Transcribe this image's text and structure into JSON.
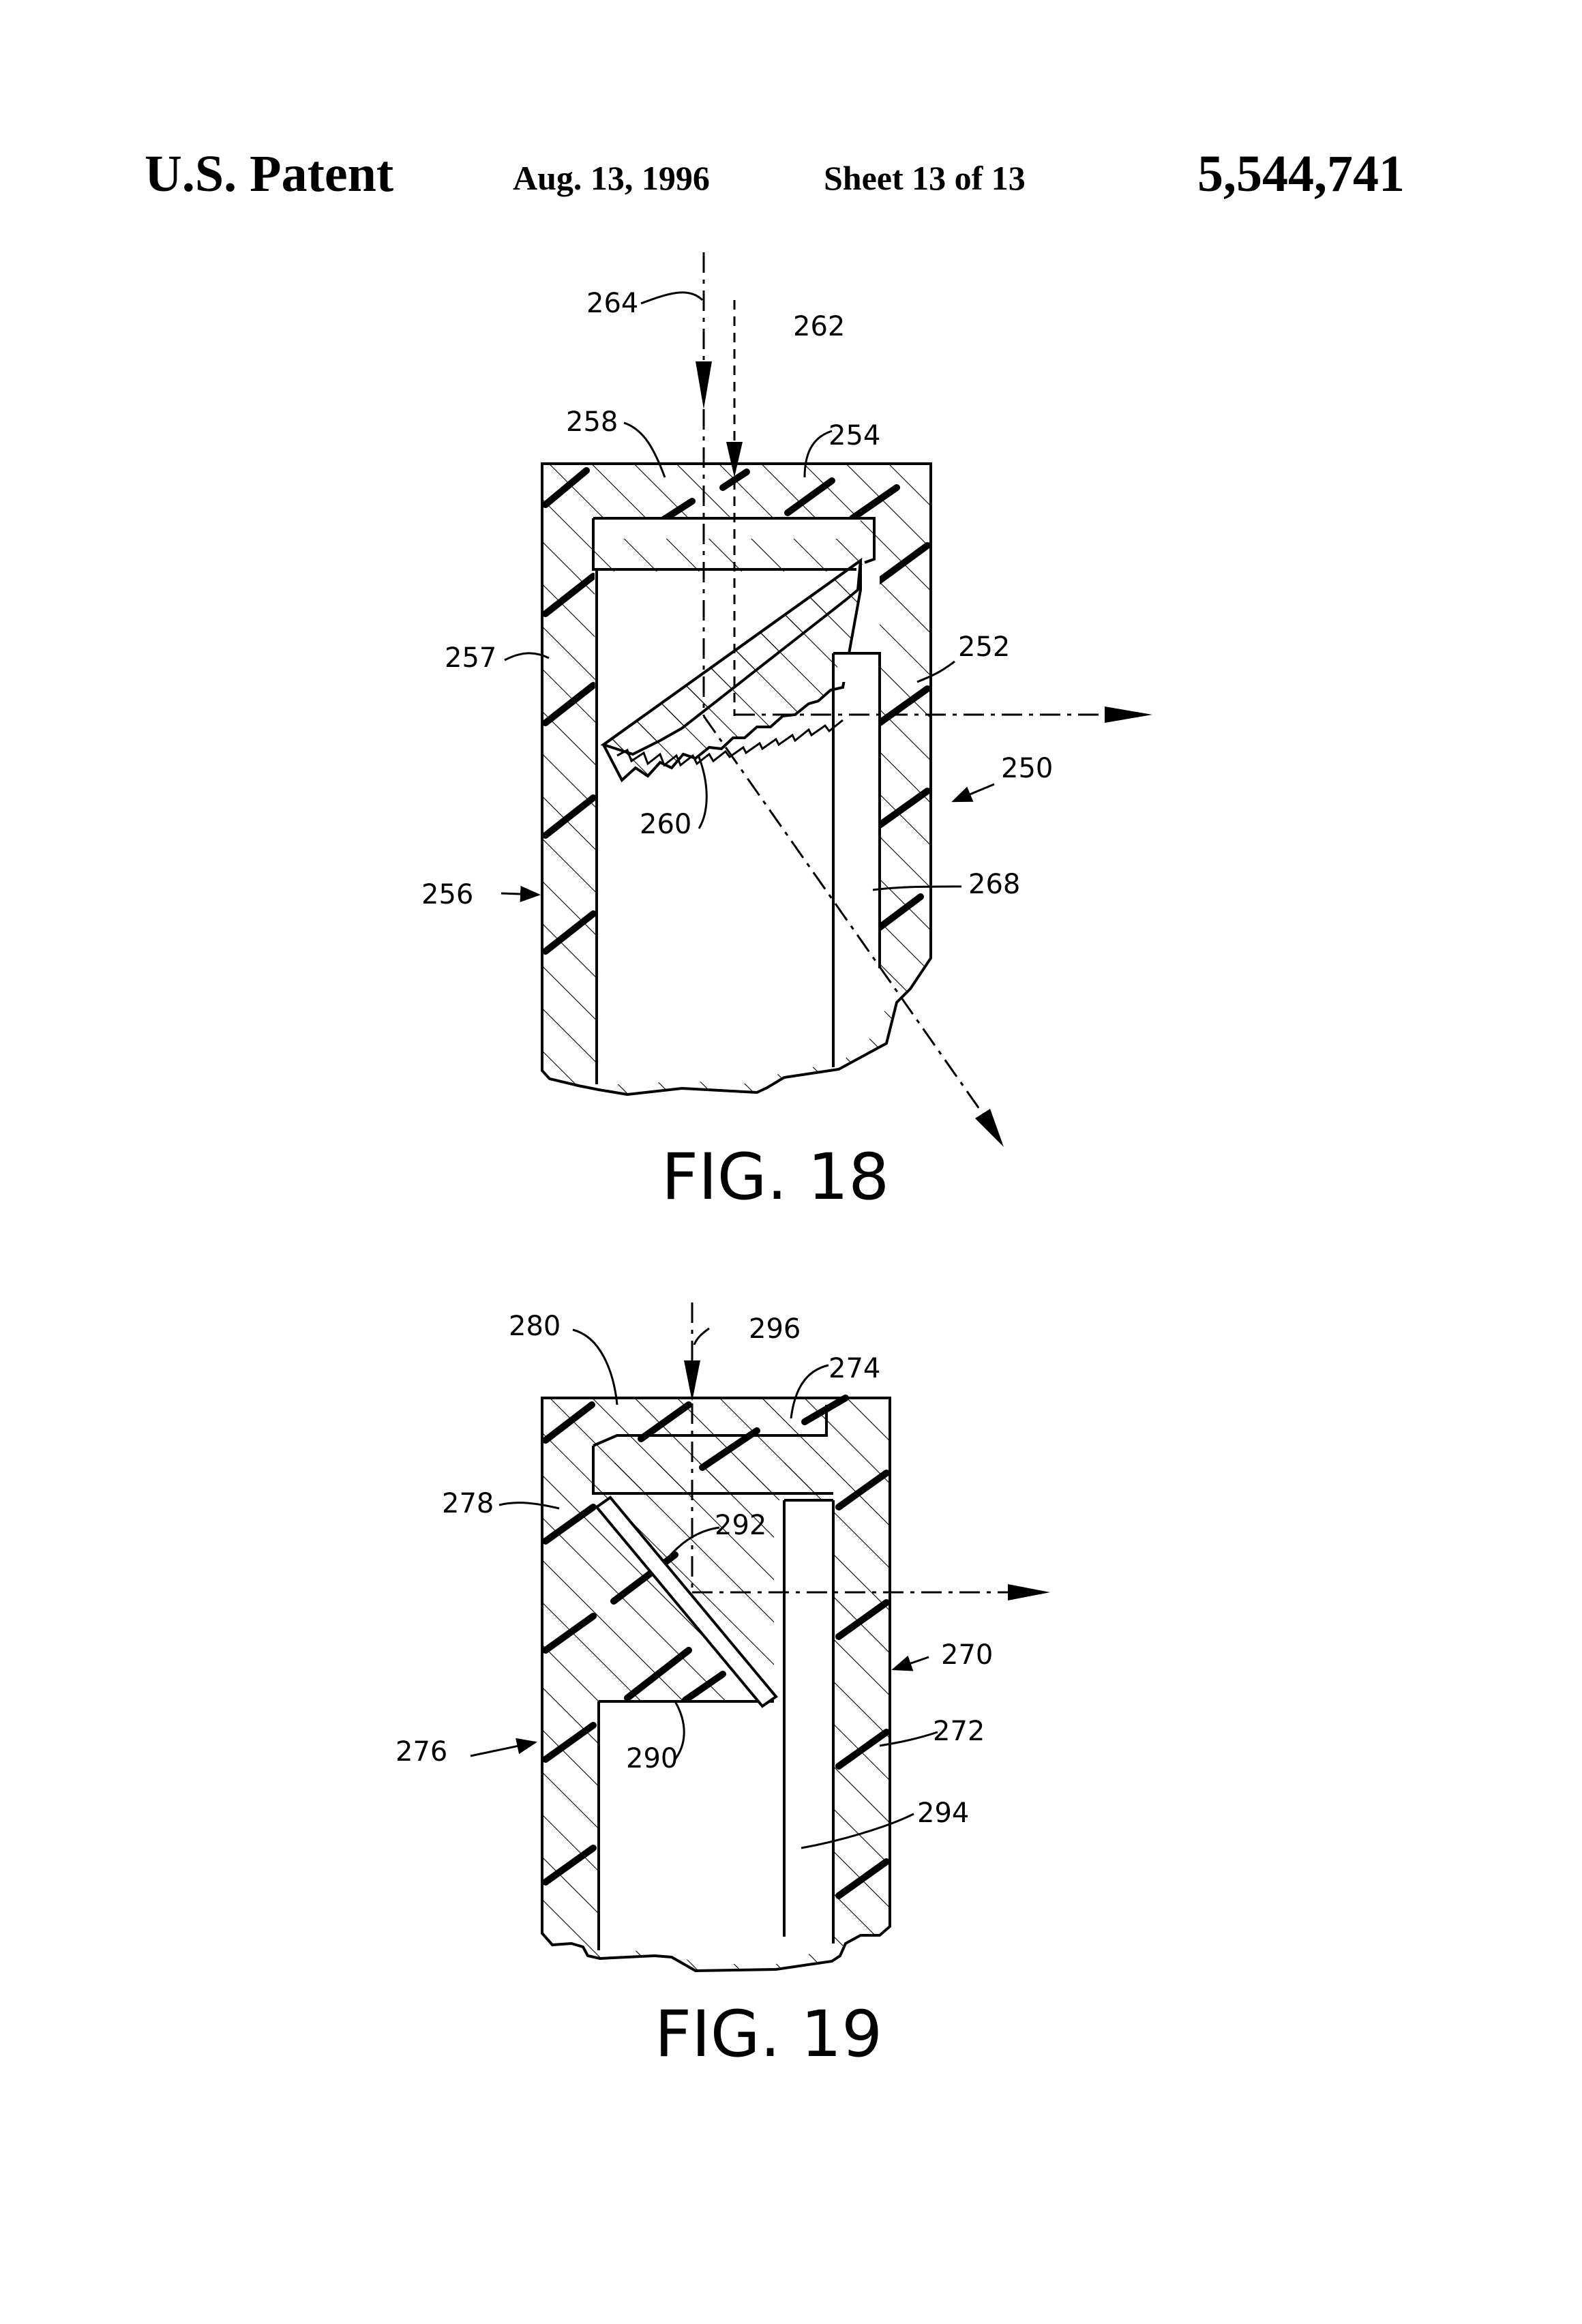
{
  "header": {
    "title": "U.S. Patent",
    "date": "Aug. 13, 1996",
    "sheet": "Sheet 13 of 13",
    "patent_number": "5,544,741"
  },
  "fig18": {
    "caption": "FIG. 18",
    "labels": {
      "r264": "264",
      "r262": "262",
      "r258": "258",
      "r254": "254",
      "r257": "257",
      "r252": "252",
      "r250": "250",
      "r260": "260",
      "r256": "256",
      "r268": "268"
    }
  },
  "fig19": {
    "caption": "FIG. 19",
    "labels": {
      "r280": "280",
      "r296": "296",
      "r274": "274",
      "r278": "278",
      "r292": "292",
      "r270": "270",
      "r272": "272",
      "r276": "276",
      "r290": "290",
      "r294": "294"
    }
  }
}
